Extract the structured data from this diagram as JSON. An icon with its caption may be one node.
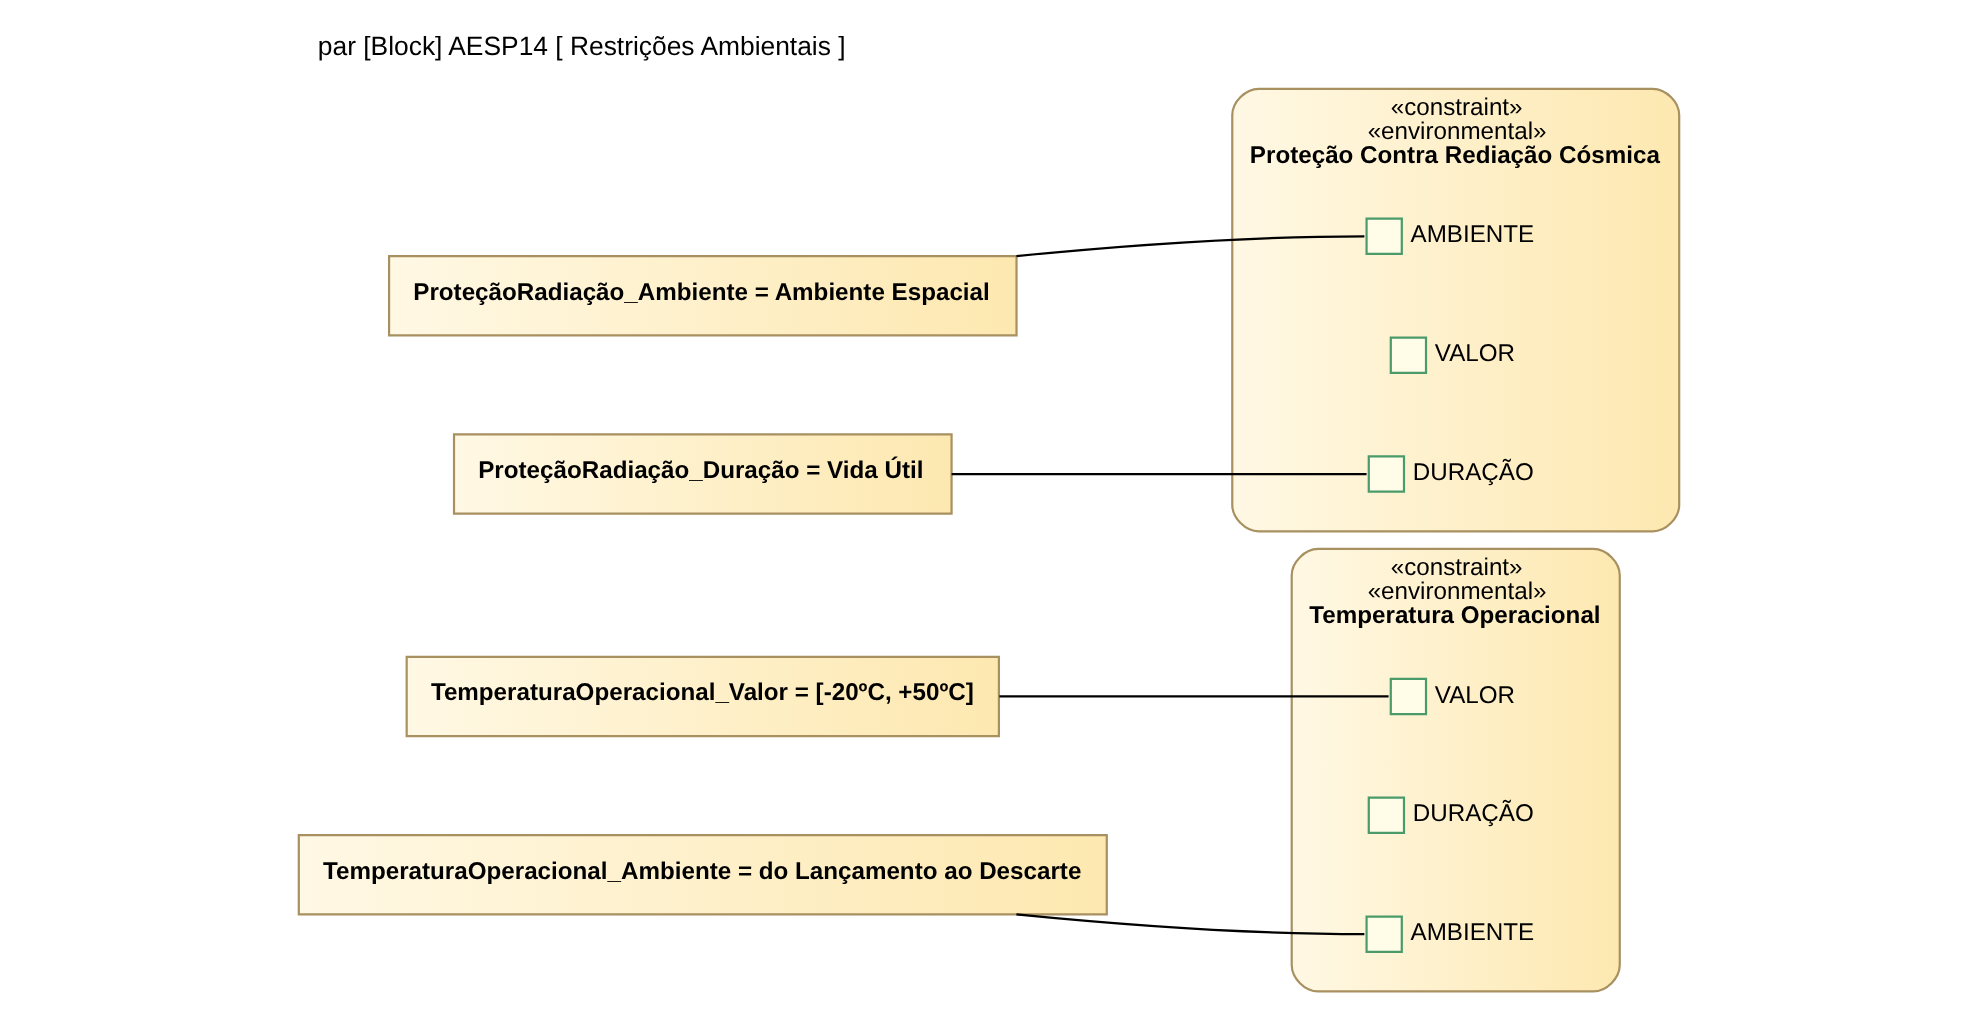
{
  "diagram": {
    "title": "par [Block] AESP14 [ Restrições Ambientais ]",
    "nodes": [
      {
        "text": [
          "«constraint»",
          "«environmental»",
          "Proteção Contra Rediação Cósmica"
        ]
      },
      {
        "text": [],
        "shape": "box",
        "beside": [
          "VALOR"
        ],
        "in": 0
      },
      {
        "text": [],
        "shape": "box",
        "beside": [
          "AMBIENTE"
        ],
        "in": 0
      },
      {
        "text": [],
        "shape": "box",
        "beside": [
          "DURAÇÃO"
        ],
        "in": 0
      },
      {
        "text": [
          "ProteçãoRadiação_Ambiente = Ambiente Espacial"
        ]
      },
      {
        "text": [
          "ProteçãoRadiação_Duração = Vida Útil"
        ]
      },
      {
        "text": [
          "«constraint»",
          "«environmental»",
          "Temperatura Operacional"
        ]
      },
      {
        "text": [],
        "shape": "box",
        "beside": [
          "VALOR"
        ],
        "in": 6
      },
      {
        "text": [],
        "shape": "box",
        "beside": [
          "AMBIENTE"
        ],
        "in": 6
      },
      {
        "text": [],
        "shape": "box",
        "beside": [
          "DURAÇÃO"
        ],
        "in": 6
      },
      {
        "text": [
          "TemperaturaOperacional_Valor = [-20ºC, +50ºC]"
        ]
      },
      {
        "text": [
          "TemperaturaOperacional_Ambiente = do Lançamento ao Descarte"
        ]
      }
    ],
    "edges": [
      {
        "from": 4,
        "to": 2,
        "arrow": "none"
      },
      {
        "from": 5,
        "to": 3,
        "arrow": "none"
      },
      {
        "from": 10,
        "to": 7,
        "arrow": "none"
      },
      {
        "from": 11,
        "to": 8,
        "arrow": "none"
      }
    ]
  }
}
